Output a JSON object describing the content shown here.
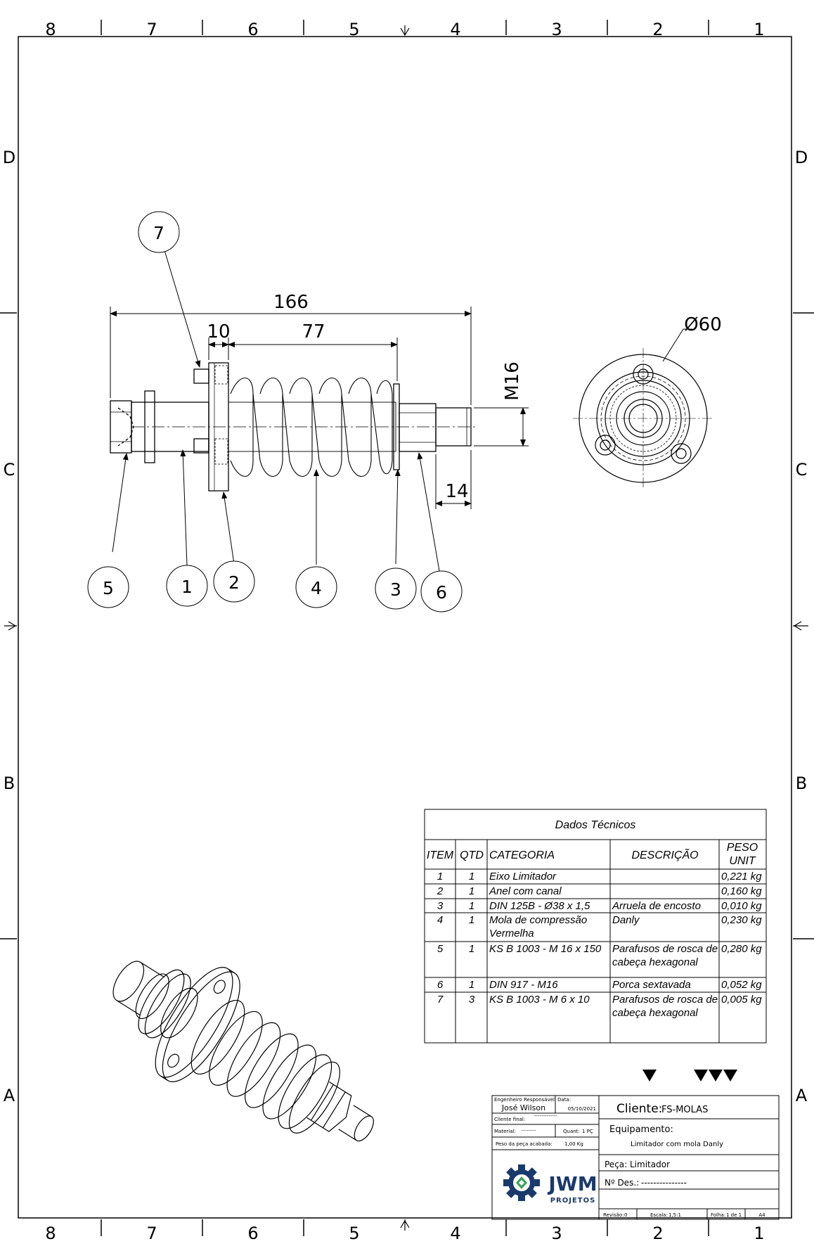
{
  "zones": {
    "columns": [
      "8",
      "7",
      "6",
      "5",
      "4",
      "3",
      "2",
      "1"
    ],
    "rows": [
      "D",
      "C",
      "B",
      "A"
    ]
  },
  "dimensions": {
    "overall_length": "166",
    "flange_thickness": "10",
    "spring_length": "77",
    "nut_length": "14",
    "thread": "M16",
    "diameter": "Ø60"
  },
  "balloons": [
    "7",
    "5",
    "1",
    "2",
    "4",
    "3",
    "6"
  ],
  "bom": {
    "title": "Dados Técnicos",
    "headers": {
      "item": "ITEM",
      "qtd": "QTD",
      "categoria": "CATEGORIA",
      "descricao": "DESCRIÇÃO",
      "peso_line1": "PESO",
      "peso_line2": "UNIT"
    },
    "rows": [
      {
        "item": "1",
        "qtd": "1",
        "cat": [
          "Eixo Limitador"
        ],
        "desc": [],
        "peso": "0,221 kg"
      },
      {
        "item": "2",
        "qtd": "1",
        "cat": [
          "Anel com canal"
        ],
        "desc": [],
        "peso": "0,160 kg"
      },
      {
        "item": "3",
        "qtd": "1",
        "cat": [
          "DIN 125B - Ø38 x 1,5"
        ],
        "desc": [
          "Arruela de encosto"
        ],
        "peso": "0,010 kg"
      },
      {
        "item": "4",
        "qtd": "1",
        "cat": [
          "Mola de compressão",
          "Vermelha"
        ],
        "desc": [
          "Danly"
        ],
        "peso": "0,230 kg"
      },
      {
        "item": "5",
        "qtd": "1",
        "cat": [
          "KS B 1003 - M 16 x 150"
        ],
        "desc": [
          "Parafusos de rosca de",
          "cabeça hexagonal"
        ],
        "peso": "0,280 kg"
      },
      {
        "item": "6",
        "qtd": "1",
        "cat": [
          "DIN 917 - M16"
        ],
        "desc": [
          "Porca sextavada"
        ],
        "peso": "0,052 kg"
      },
      {
        "item": "7",
        "qtd": "3",
        "cat": [
          "KS B 1003 - M 6 x 10"
        ],
        "desc": [
          "Parafusos de rosca de",
          "cabeça hexagonal"
        ],
        "peso": "0,005 kg"
      }
    ]
  },
  "title_block": {
    "engineer_label": "Engenheiro Responsável:",
    "engineer": "José Wilson",
    "date_label": "Data:",
    "date": "05/10/2021",
    "client_final_label": "Cliente final:",
    "client_final": "-------------",
    "material_label": "Material:",
    "material": "----------",
    "quant_label": "Quant:",
    "quant": "1 PÇ",
    "weight_label": "Peso da peça acabada:",
    "weight": "1,00 Kg",
    "client_label": "Cliente:",
    "client": "FS-MOLAS",
    "equipment_label": "Equipamento:",
    "equipment": "Limitador com mola Danly",
    "part_label": "Peça:",
    "part": "Limitador",
    "drawing_no_label": "Nº Des.:",
    "drawing_no": "---------------",
    "revision_label": "Revisão:",
    "revision": "0",
    "scale_label": "Escala:",
    "scale": "1,5:1",
    "sheet_label": "Folha:",
    "sheet": "1 de 1",
    "paper": "A4",
    "logo_main": "JWM",
    "logo_sub": "PROJETOS"
  },
  "colors": {
    "line": "#000000",
    "logo_blue": "#1a3a6b",
    "logo_green": "#3aa357"
  }
}
